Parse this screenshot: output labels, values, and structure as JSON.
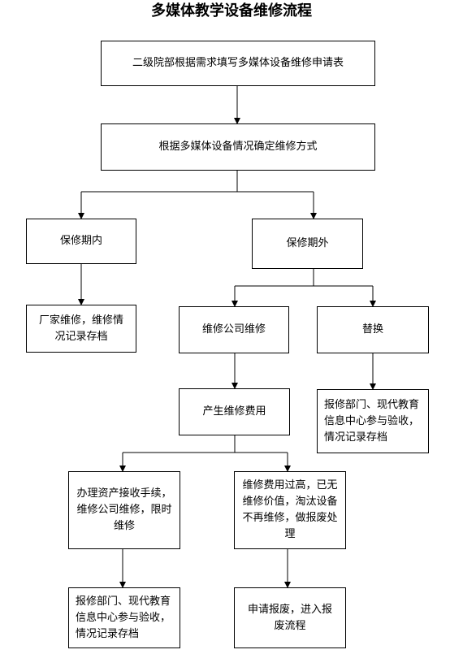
{
  "title": "多媒体教学设备维修流程",
  "nodes": {
    "apply": "二级院部根据需求填写多媒体设备维修申请表",
    "determine": "根据多媒体设备情况确定维修方式",
    "in_warranty": "保修期内",
    "out_warranty": "保修期外",
    "vendor_repair": "厂家维修，维修情况记录存档",
    "company_repair": "维修公司维修",
    "replace": "替换",
    "replace_record": "报修部门、现代教育信息中心参与验收，情况记录存档",
    "repair_cost": "产生维修费用",
    "asset_handover": "办理资产接收手续，维修公司维修，限时维修",
    "scrap": "维修费用过高，已无维修价值，淘汰设备不再维修，做报废处理",
    "acceptance_record": "报修部门、现代教育信息中心参与验收，情况记录存档",
    "scrap_apply": "申请报废，进入报废流程"
  }
}
